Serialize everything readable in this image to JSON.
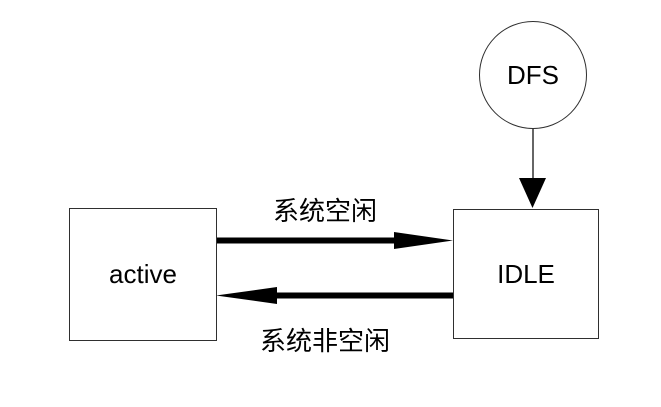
{
  "diagram": {
    "background_color": "#ffffff",
    "nodes": {
      "dfs": {
        "label": "DFS",
        "shape": "circle"
      },
      "active": {
        "label": "active",
        "shape": "rectangle"
      },
      "idle": {
        "label": "IDLE",
        "shape": "rectangle"
      }
    },
    "edges": {
      "active_to_idle": {
        "from": "active",
        "to": "idle",
        "label": "系统空闲",
        "style": "thick-solid-arrow-right"
      },
      "idle_to_active": {
        "from": "idle",
        "to": "active",
        "label": "系统非空闲",
        "style": "thick-solid-arrow-left"
      },
      "dfs_to_idle": {
        "from": "dfs",
        "to": "idle",
        "label": "",
        "style": "thin-line-solid-arrowhead-down"
      }
    },
    "colors": {
      "node_border": "#2f2f2f",
      "arrow_fill": "#000000",
      "thin_connector_line": "#666666",
      "text": "#000000"
    }
  }
}
